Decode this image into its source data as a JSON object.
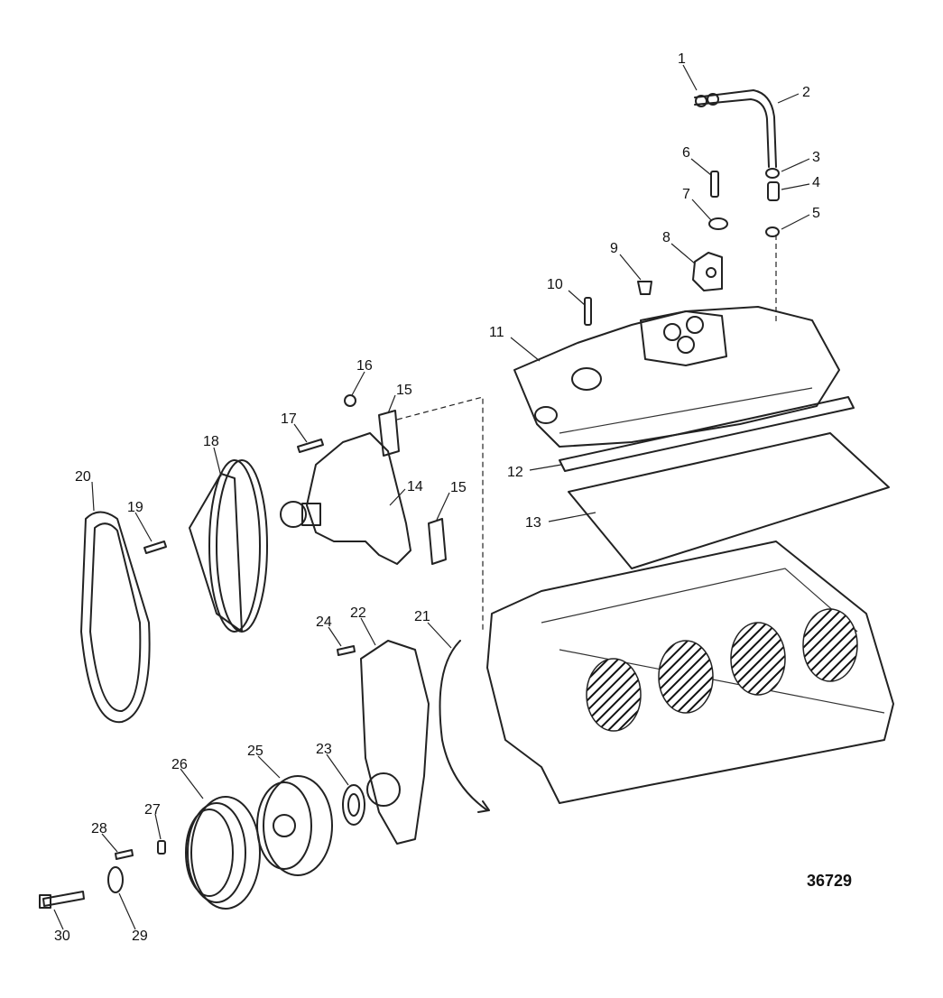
{
  "figure_number": "36729",
  "parts": [
    {
      "id": "1",
      "label": "1"
    },
    {
      "id": "2",
      "label": "2"
    },
    {
      "id": "3",
      "label": "3"
    },
    {
      "id": "4",
      "label": "4"
    },
    {
      "id": "5",
      "label": "5"
    },
    {
      "id": "6",
      "label": "6"
    },
    {
      "id": "7",
      "label": "7"
    },
    {
      "id": "8",
      "label": "8"
    },
    {
      "id": "9",
      "label": "9"
    },
    {
      "id": "10",
      "label": "10"
    },
    {
      "id": "11",
      "label": "11"
    },
    {
      "id": "12",
      "label": "12"
    },
    {
      "id": "13",
      "label": "13"
    },
    {
      "id": "14",
      "label": "14"
    },
    {
      "id": "15a",
      "label": "15"
    },
    {
      "id": "15b",
      "label": "15"
    },
    {
      "id": "16",
      "label": "16"
    },
    {
      "id": "17",
      "label": "17"
    },
    {
      "id": "18",
      "label": "18"
    },
    {
      "id": "19",
      "label": "19"
    },
    {
      "id": "20",
      "label": "20"
    },
    {
      "id": "21",
      "label": "21"
    },
    {
      "id": "22",
      "label": "22"
    },
    {
      "id": "23",
      "label": "23"
    },
    {
      "id": "24",
      "label": "24"
    },
    {
      "id": "25",
      "label": "25"
    },
    {
      "id": "26",
      "label": "26"
    },
    {
      "id": "27",
      "label": "27"
    },
    {
      "id": "28",
      "label": "28"
    },
    {
      "id": "29",
      "label": "29"
    },
    {
      "id": "30",
      "label": "30"
    }
  ]
}
